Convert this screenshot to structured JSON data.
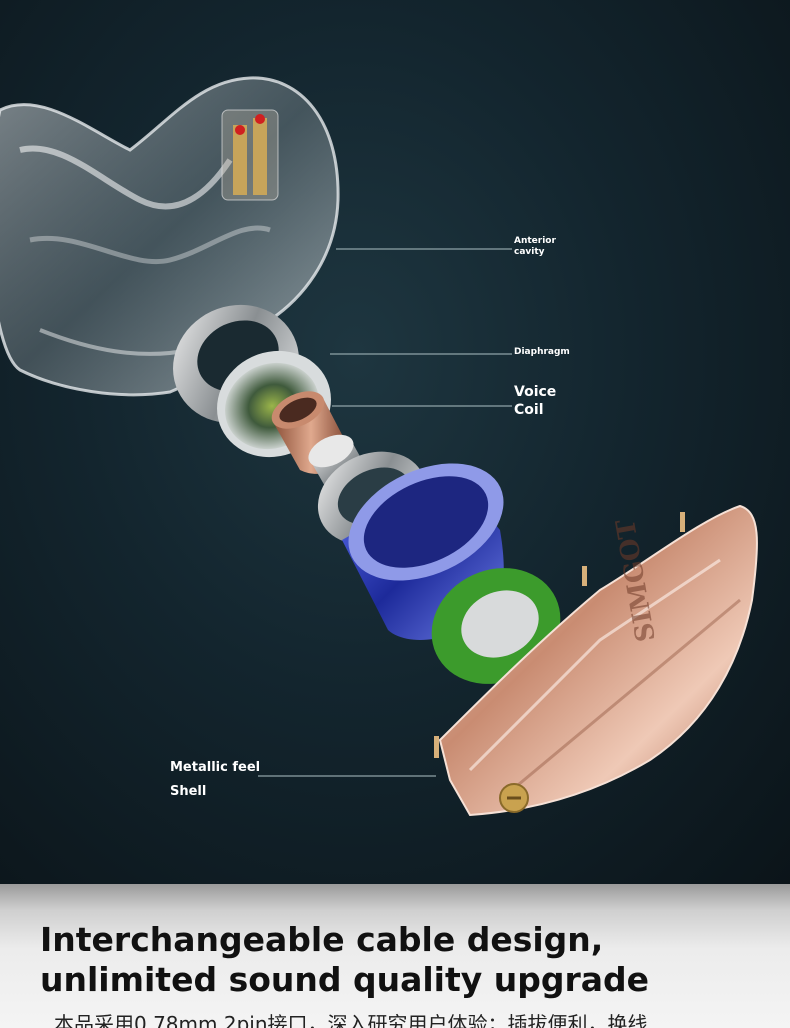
{
  "callouts": {
    "anterior_cavity": [
      "Anterior",
      "cavity"
    ],
    "diaphragm": "Diaphragm",
    "voice_coil": [
      "Voice",
      "Coil"
    ],
    "metallic_shell": [
      "Metallic feel",
      "Shell"
    ]
  },
  "faceplate_logo": "SIMGOT",
  "headline": "Interchangeable cable design, unlimited sound quality upgrade",
  "subtext": "本品采用0.78mm 2pin接口，深入研究用户体验；插拔便利，换线",
  "colors": {
    "background": "#13252e",
    "callout_line": "#8fa3a8",
    "magnet_blue": "#2a3bb0",
    "ring_green": "#3c9b2c",
    "coil_copper": "#b87a5c",
    "shell_rose_gold": "#d9a48c"
  }
}
